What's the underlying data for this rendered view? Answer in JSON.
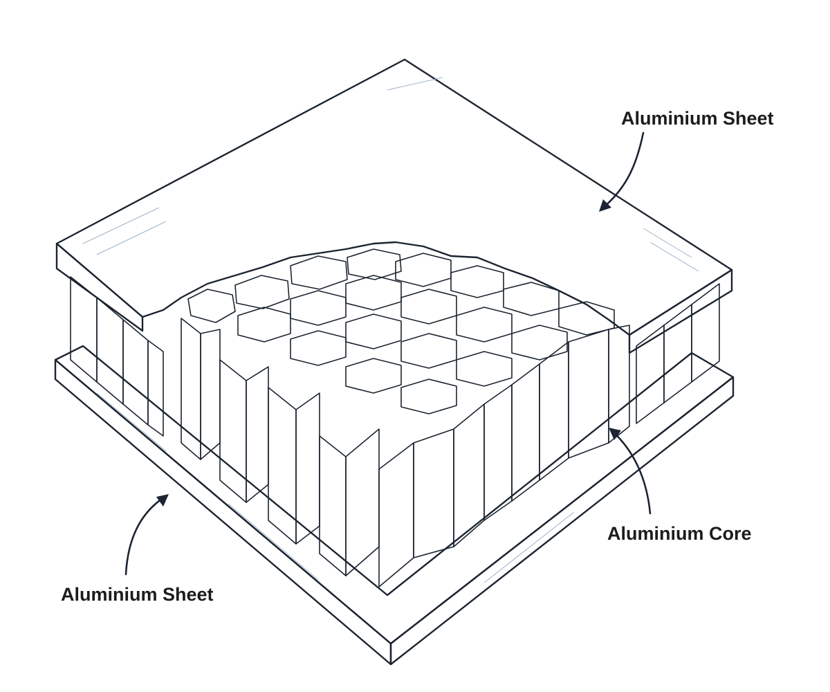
{
  "labels": {
    "top_sheet": "Aluminium Sheet",
    "core": "Aluminium Core",
    "bottom_sheet": "Aluminium Sheet"
  },
  "colors": {
    "line": "#1b2430",
    "sheet_fill": "#ffffff",
    "cell_shadow": "#c9d6e6",
    "cell_mid": "#e3eaf3",
    "cell_light": "#f4f7fb",
    "text": "#1c1c1c"
  }
}
